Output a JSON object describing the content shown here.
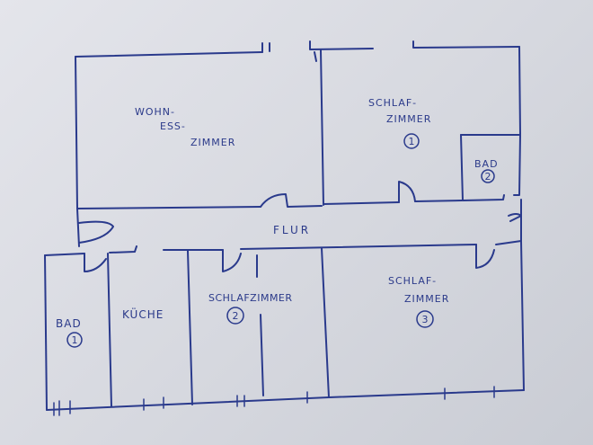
{
  "rooms": {
    "wohn": {
      "line1": "WOHN-",
      "line2": "ESS-",
      "line3": "ZIMMER"
    },
    "schlaf1": {
      "line1": "SCHLAF-",
      "line2": "ZIMMER",
      "number": "1"
    },
    "bad2": {
      "label": "BAD",
      "number": "2"
    },
    "flur": {
      "label": "FLUR"
    },
    "bad1": {
      "label": "BAD",
      "number": "1"
    },
    "kueche": {
      "label": "KÜCHE"
    },
    "schlaf2": {
      "label": "SCHLAFZIMMER",
      "number": "2"
    },
    "schlaf3": {
      "line1": "SCHLAF-",
      "line2": "ZIMMER",
      "number": "3"
    }
  },
  "colors": {
    "ink": "#2a3a8c",
    "paper": "#dcdee4"
  }
}
